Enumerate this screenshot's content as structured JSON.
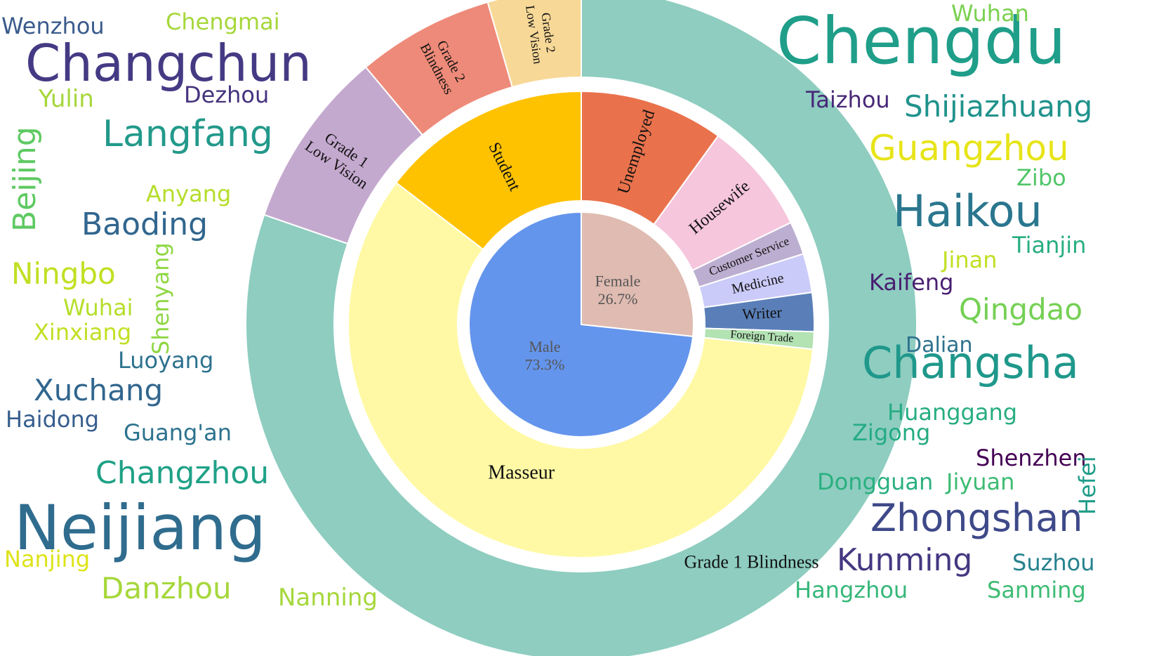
{
  "chart_data": {
    "type": "pie",
    "inner": {
      "slices": [
        {
          "label": "Female",
          "percent_label": "26.7%",
          "value": 26.7,
          "color": "#dfbbb1"
        },
        {
          "label": "Male",
          "percent_label": "73.3%",
          "value": 73.3,
          "color": "#6495ed"
        }
      ]
    },
    "middle": {
      "slices": [
        {
          "label": "Unemployed",
          "value": 10.0,
          "color": "#e9724c"
        },
        {
          "label": "Housewife",
          "value": 7.8,
          "color": "#f6c6dd"
        },
        {
          "label": "Customer Service",
          "value": 2.3,
          "color": "#bcaed0"
        },
        {
          "label": "Medicine",
          "value": 2.7,
          "color": "#cbcbf9"
        },
        {
          "label": "Writer",
          "value": 2.7,
          "color": "#5a7fb8"
        },
        {
          "label": "Foreign Trade",
          "value": 1.2,
          "color": "#b3e2b3"
        },
        {
          "label": "Masseur",
          "value": 58.7,
          "color": "#fff9a5"
        },
        {
          "label": "Student",
          "value": 14.6,
          "color": "#ffc200"
        }
      ]
    },
    "outer": {
      "slices": [
        {
          "label": "Grade 1 Blindness",
          "value": 80.3,
          "color": "#8ecdc0"
        },
        {
          "label": "Grade 1 Low Vision",
          "value": 8.6,
          "color": "#c4a9cf"
        },
        {
          "label": "Grade 2 Blindness",
          "value": 6.6,
          "color": "#ee8a79"
        },
        {
          "label": "Grade 2 Low Vision",
          "value": 4.5,
          "color": "#f7d897"
        }
      ]
    },
    "wordcloud": [
      {
        "text": "Wenzhou",
        "color": "#3a5b8c",
        "size": 32
      },
      {
        "text": "Chengmai",
        "color": "#a6d73b",
        "size": 32
      },
      {
        "text": "Changchun",
        "color": "#443a83",
        "size": 72
      },
      {
        "text": "Yulin",
        "color": "#a6d73b",
        "size": 34
      },
      {
        "text": "Dezhou",
        "color": "#46337e",
        "size": 32
      },
      {
        "text": "Langfang",
        "color": "#22998a",
        "size": 52
      },
      {
        "text": "Beijing",
        "color": "#5ec962",
        "size": 44
      },
      {
        "text": "Anyang",
        "color": "#b5de2b",
        "size": 32
      },
      {
        "text": "Baoding",
        "color": "#31668e",
        "size": 44
      },
      {
        "text": "Shenyang",
        "color": "#8fd744",
        "size": 32
      },
      {
        "text": "Ningbo",
        "color": "#c2df23",
        "size": 42
      },
      {
        "text": "Wuhai",
        "color": "#b5de2b",
        "size": 32
      },
      {
        "text": "Xinxiang",
        "color": "#c2df23",
        "size": 32
      },
      {
        "text": "Luoyang",
        "color": "#2c728e",
        "size": 32
      },
      {
        "text": "Xuchang",
        "color": "#31668e",
        "size": 42
      },
      {
        "text": "Haidong",
        "color": "#365d8d",
        "size": 32
      },
      {
        "text": "Guang'an",
        "color": "#2c728e",
        "size": 32
      },
      {
        "text": "Changzhou",
        "color": "#1fa187",
        "size": 44
      },
      {
        "text": "Neijiang",
        "color": "#2f6c8e",
        "size": 88
      },
      {
        "text": "Nanjing",
        "color": "#dde318",
        "size": 32
      },
      {
        "text": "Danzhou",
        "color": "#a6d73b",
        "size": 42
      },
      {
        "text": "Nanning",
        "color": "#a6d73b",
        "size": 34
      },
      {
        "text": "Chengdu",
        "color": "#1f9e89",
        "size": 92
      },
      {
        "text": "Wuhan",
        "color": "#7ad151",
        "size": 32
      },
      {
        "text": "Taizhou",
        "color": "#482878",
        "size": 32
      },
      {
        "text": "Shijiazhuang",
        "color": "#20928c",
        "size": 42
      },
      {
        "text": "Guangzhou",
        "color": "#e7e419",
        "size": 50
      },
      {
        "text": "Zibo",
        "color": "#52c569",
        "size": 32
      },
      {
        "text": "Haikou",
        "color": "#2a768e",
        "size": 62
      },
      {
        "text": "Tianjin",
        "color": "#27ad81",
        "size": 32
      },
      {
        "text": "Jinan",
        "color": "#c2df23",
        "size": 32
      },
      {
        "text": "Kaifeng",
        "color": "#481f70",
        "size": 32
      },
      {
        "text": "Qingdao",
        "color": "#75d054",
        "size": 42
      },
      {
        "text": "Dalian",
        "color": "#2c728e",
        "size": 30
      },
      {
        "text": "Changsha",
        "color": "#1f988b",
        "size": 62
      },
      {
        "text": "Huanggang",
        "color": "#27ad81",
        "size": 32
      },
      {
        "text": "Zigong",
        "color": "#25ab82",
        "size": 32
      },
      {
        "text": "Shenzhen",
        "color": "#440154",
        "size": 32
      },
      {
        "text": "Dongguan",
        "color": "#2ab07f",
        "size": 32
      },
      {
        "text": "Jiyuan",
        "color": "#3dbc74",
        "size": 32
      },
      {
        "text": "Hefei",
        "color": "#1e9c89",
        "size": 32
      },
      {
        "text": "Zhongshan",
        "color": "#3e4989",
        "size": 54
      },
      {
        "text": "Kunming",
        "color": "#453781",
        "size": 44
      },
      {
        "text": "Suzhou",
        "color": "#26828e",
        "size": 32
      },
      {
        "text": "Hangzhou",
        "color": "#35b779",
        "size": 32
      },
      {
        "text": "Sanming",
        "color": "#3dbc74",
        "size": 32
      }
    ]
  }
}
